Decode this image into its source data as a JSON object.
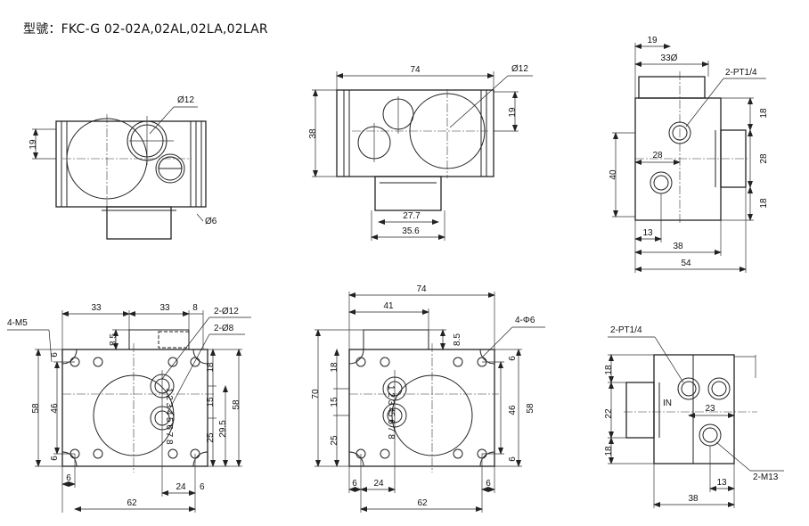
{
  "title": "型號：FKC-G 02-02A,02AL,02LA,02LAR",
  "views": {
    "front_left": {
      "d19": "19",
      "d12": "Ø12",
      "d6": "Ø6"
    },
    "front_mid": {
      "d74": "74",
      "d12": "Ø12",
      "d19": "19",
      "d38": "38",
      "d277": "27.7",
      "d356": "35.6"
    },
    "side_right": {
      "d19": "19",
      "d33": "33Ø",
      "pt": "2-PT1/4",
      "d18a": "18",
      "d28v": "28",
      "d18b": "18",
      "d40": "40",
      "d28h": "28",
      "d13": "13",
      "d38": "38",
      "d54": "54"
    },
    "bottom_left": {
      "m5": "4-M5",
      "d33a": "33",
      "d33b": "33",
      "d8": "8",
      "p12": "2-Ø12",
      "p8": "2-Ø8",
      "d85": "8.5",
      "d6a": "6",
      "d46": "46",
      "d58l": "58",
      "d6b": "6",
      "d18": "18",
      "d15": "15",
      "d58r": "58",
      "d25": "25",
      "d295": "29.5",
      "d6c": "6",
      "d6d": "6",
      "d24": "24",
      "d62": "62",
      "pin_a": "1 2 3 4",
      "pin_b": "5 6 7 8"
    },
    "bottom_mid": {
      "d74": "74",
      "d41": "41",
      "d85": "8.5",
      "p6": "4-Φ6",
      "d18": "18",
      "d15": "15",
      "d70": "70",
      "d25": "25",
      "d46": "46",
      "d58": "58",
      "d6a": "6",
      "d6b": "6",
      "d6c": "6",
      "d24": "24",
      "d6d": "6",
      "d62": "62",
      "pin_a": "1 2 3 4",
      "pin_b": "5 6 7 8"
    },
    "bottom_right": {
      "pt": "2-PT1/4",
      "d18a": "18",
      "d22": "22",
      "d18b": "18",
      "in": "IN",
      "d23": "23",
      "m13": "2-M13",
      "d13": "13",
      "d38": "38"
    }
  }
}
